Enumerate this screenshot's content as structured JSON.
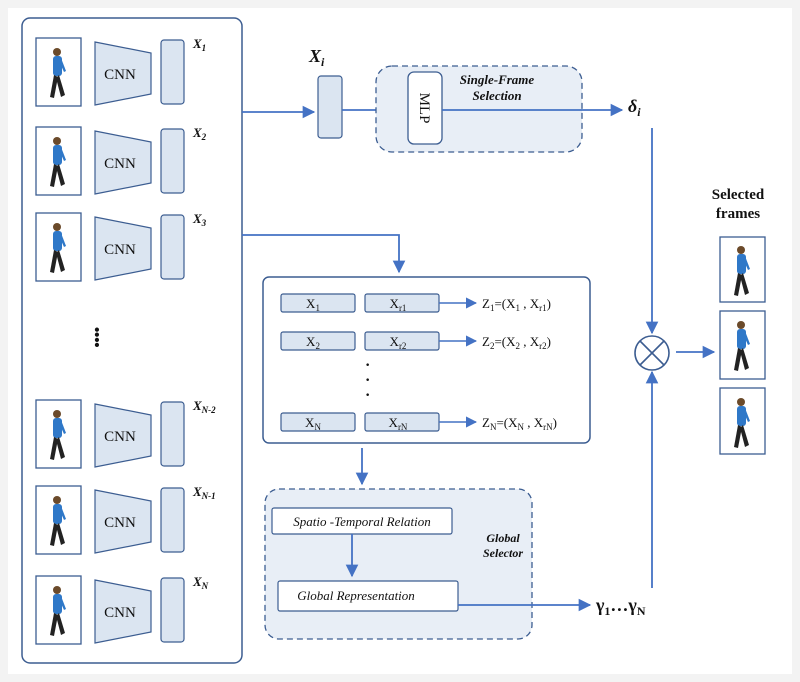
{
  "encoder_rows": [
    {
      "cnn": "CNN",
      "feature": "X",
      "sub": "1"
    },
    {
      "cnn": "CNN",
      "feature": "X",
      "sub": "2"
    },
    {
      "cnn": "CNN",
      "feature": "X",
      "sub": "3"
    },
    {
      "cnn": "CNN",
      "feature": "X",
      "sub": "N-2"
    },
    {
      "cnn": "CNN",
      "feature": "X",
      "sub": "N-1"
    },
    {
      "cnn": "CNN",
      "feature": "X",
      "sub": "N"
    }
  ],
  "ellipsis_vertical": "⁞",
  "single_frame": {
    "input_label": "X",
    "input_sub": "i",
    "mlp": "MLP",
    "title_line1": "Single-Frame",
    "title_line2": "Selection",
    "output": "δ",
    "output_sub": "i"
  },
  "pairs": [
    {
      "x": "X",
      "x_sub": "1",
      "xr": "X",
      "xr_sub": "r1",
      "z": "Z",
      "z_sub": "1",
      "z_eq": "=(X",
      "z_a": "1",
      "z_mid": " , X",
      "z_b": "r1",
      "z_end": ")"
    },
    {
      "x": "X",
      "x_sub": "2",
      "xr": "X",
      "xr_sub": "r2",
      "z": "Z",
      "z_sub": "2",
      "z_eq": "=(X",
      "z_a": "2",
      "z_mid": " , X",
      "z_b": "r2",
      "z_end": ")"
    },
    {
      "x": "X",
      "x_sub": "N",
      "xr": "X",
      "xr_sub": "rN",
      "z": "Z",
      "z_sub": "N",
      "z_eq": "=(X",
      "z_a": "N",
      "z_mid": " , X",
      "z_b": "rN",
      "z_end": ")"
    }
  ],
  "pairs_ellipsis": "·",
  "global": {
    "relation": "Spatio -Temporal Relation",
    "representation": "Global Representation",
    "title_line1": "Global",
    "title_line2": "Selector",
    "output": "γ₁ … γ_N",
    "gamma1": "γ",
    "gamma1_sub": "1",
    "dots": "…",
    "gammaN": "γ",
    "gammaN_sub": "N"
  },
  "combine_symbol": "⊗",
  "selected": {
    "line1": "Selected",
    "line2": "frames"
  },
  "colors": {
    "box_fill": "#dbe5f1",
    "box_stroke": "#3c5d91",
    "arrow": "#4472c4",
    "dashed_fill": "#e8eef6"
  }
}
